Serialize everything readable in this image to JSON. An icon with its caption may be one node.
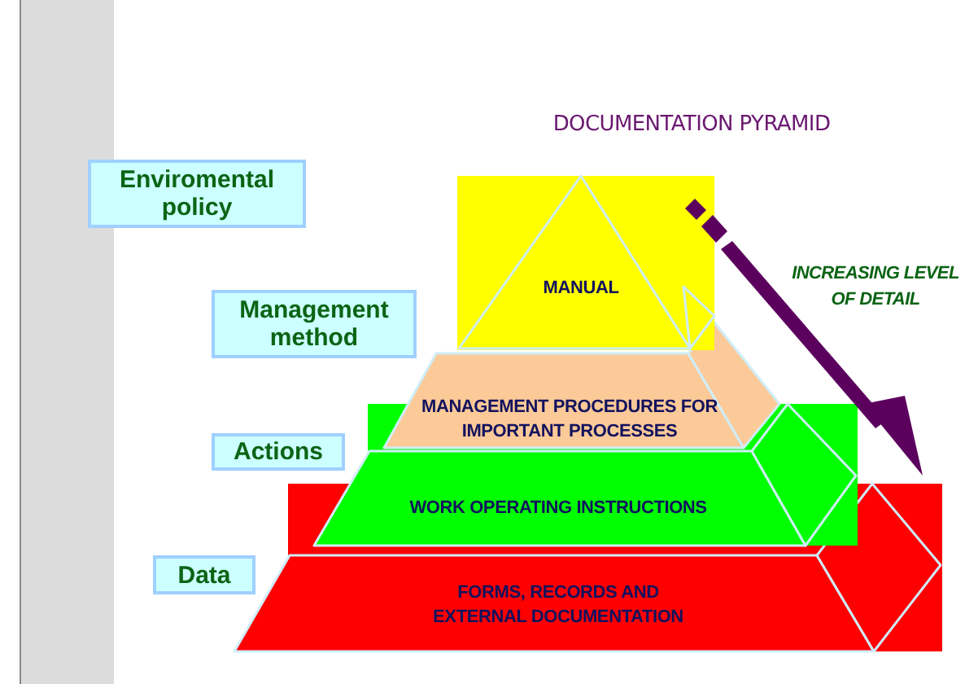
{
  "diagram": {
    "title": "DOCUMENTATION PYRAMID",
    "nodes": [
      {
        "text": [
          "Enviromental policy"
        ]
      },
      {
        "text": [
          "Management method"
        ]
      },
      {
        "text": [
          "Actions"
        ]
      },
      {
        "text": [
          "Data"
        ]
      },
      {
        "text": [
          "MANUAL"
        ]
      },
      {
        "text": [
          "MANAGEMENT PROCEDURES FOR IMPORTANT PROCESSES"
        ]
      },
      {
        "text": [
          "WORK OPERATING INSTRUCTIONS"
        ]
      },
      {
        "text": [
          "FORMS, RECORDS AND EXTERNAL DOCUMENTATION"
        ]
      }
    ],
    "labels": [
      "INCREASING LEVEL OF DETAIL"
    ]
  }
}
